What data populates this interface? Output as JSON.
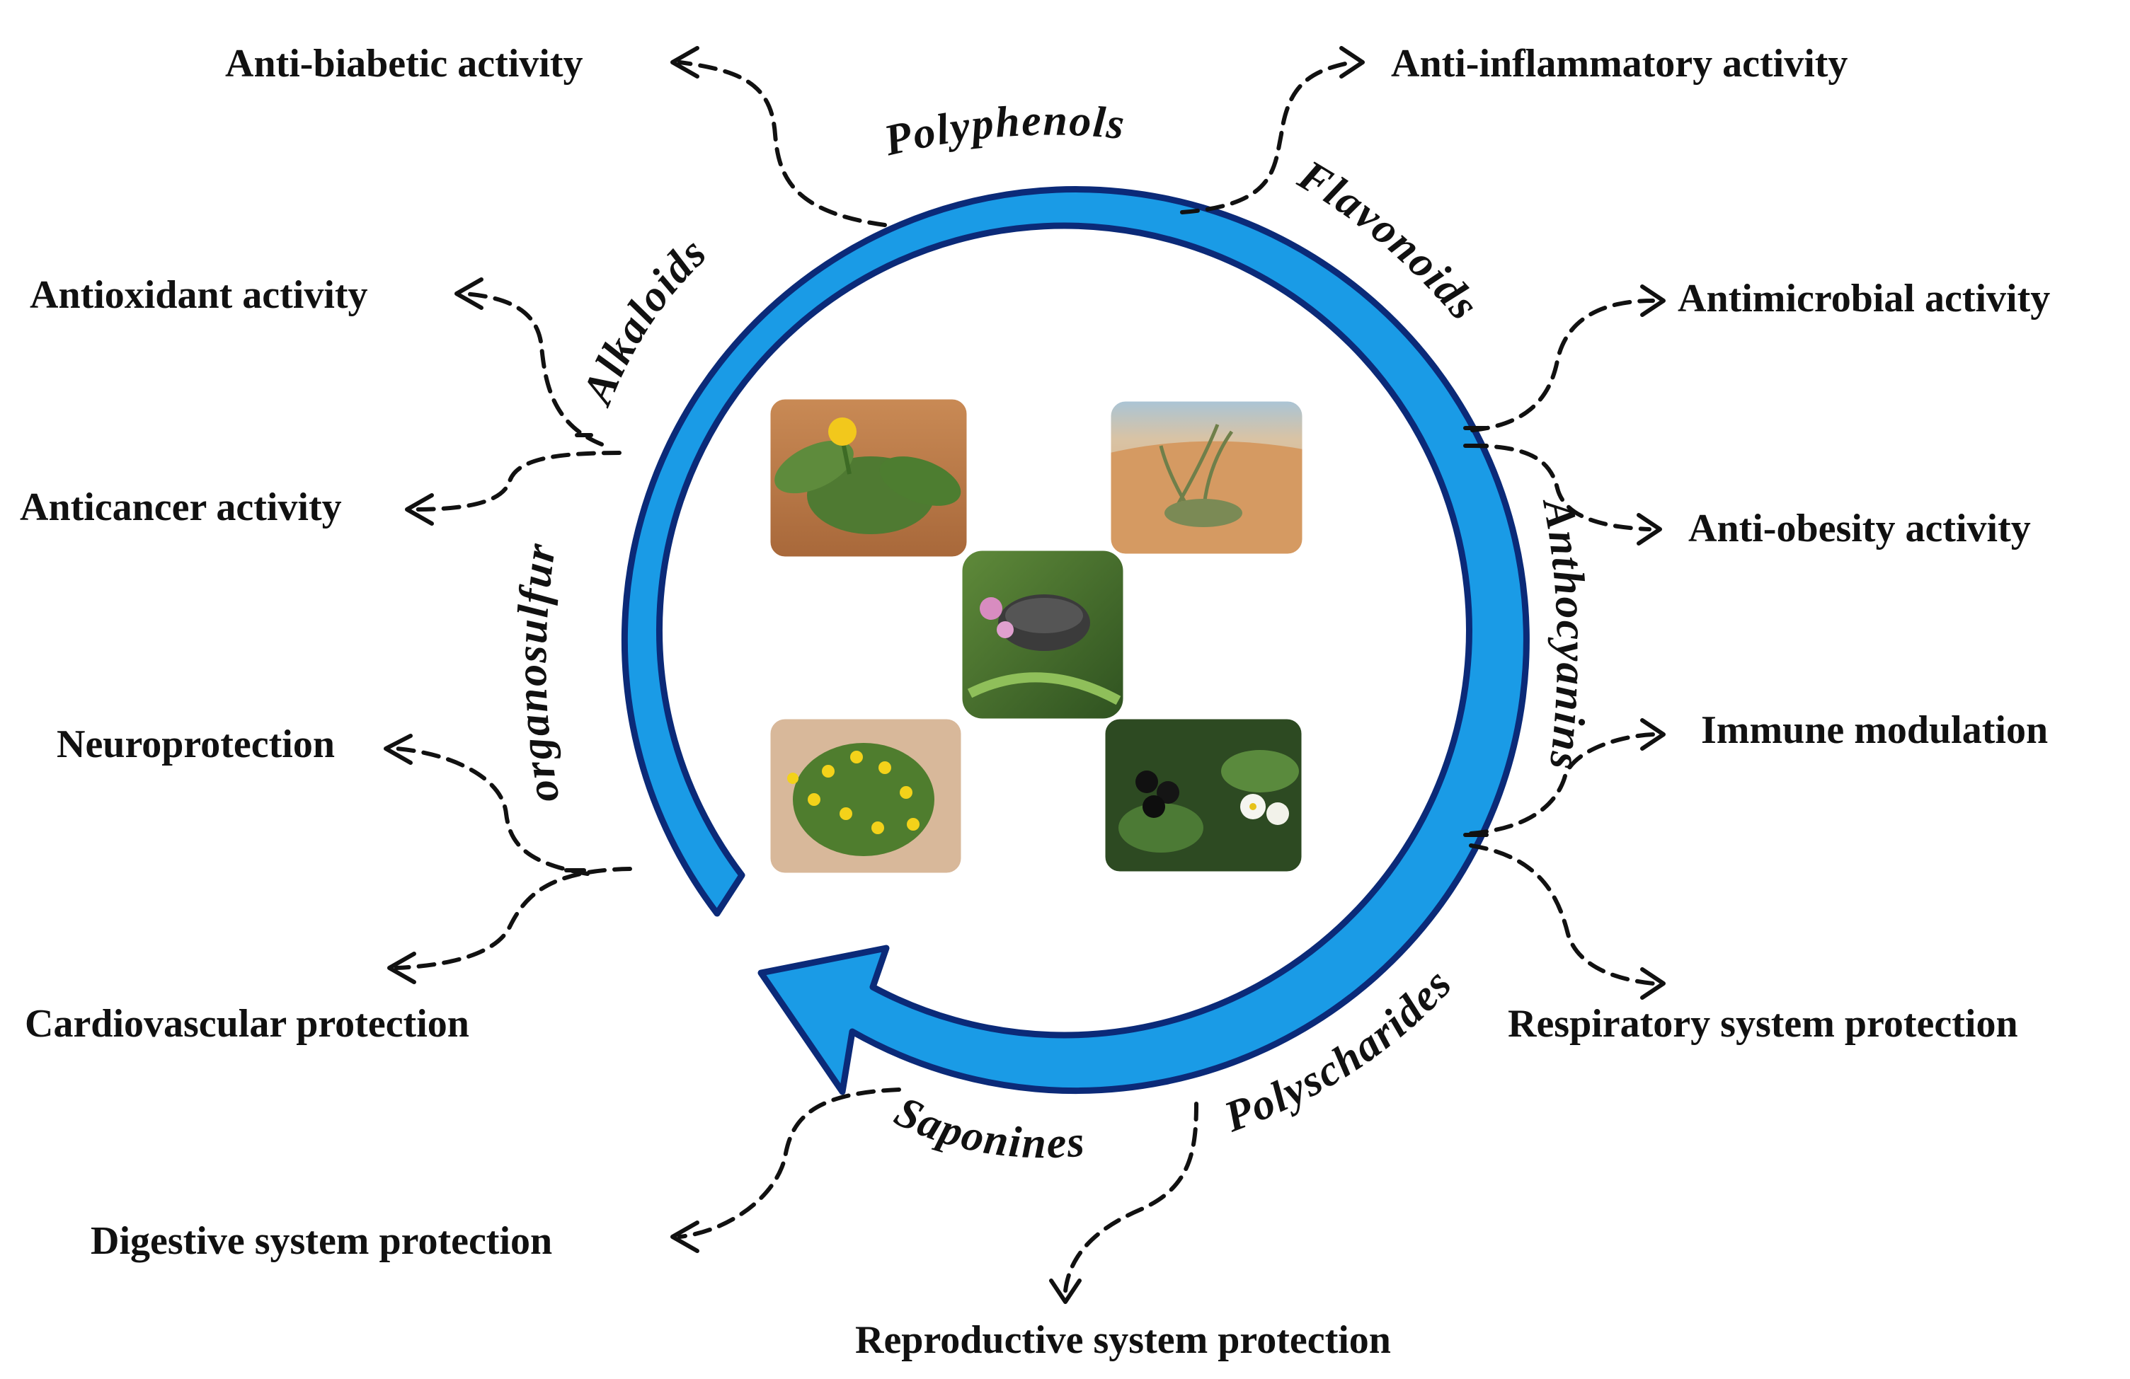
{
  "compounds": {
    "polyphenols": "Polyphenols",
    "flavonoids": "Flavonoids",
    "alkaloids": "Alkaloids",
    "organosulfur": "organosulfur",
    "anthocyanins": "Anthocyanins",
    "polyscharides": "Polyscharides",
    "saponines": "Saponines"
  },
  "activities": {
    "anti_diabetic": "Anti-biabetic  activity",
    "anti_inflammatory": "Anti-inflammatory  activity",
    "antioxidant": "Antioxidant  activity",
    "antimicrobial": "Antimicrobial  activity",
    "anticancer": "Anticancer activity",
    "anti_obesity": "Anti-obesity  activity",
    "neuroprotection": "Neuroprotection",
    "immune": "Immune  modulation",
    "cardiovascular": "Cardiovascular  protection",
    "respiratory": "Respiratory  system  protection",
    "digestive": "Digestive  system  protection",
    "reproductive": "Reproductive  system  protection"
  },
  "colors": {
    "arrow_fill": "#1a9be6",
    "arrow_outline": "#0b2a78",
    "text": "#111111"
  },
  "photos": [
    {
      "name": "dandelion-photo-icon"
    },
    {
      "name": "desert-grass-photo-icon"
    },
    {
      "name": "mortar-herbs-photo-icon"
    },
    {
      "name": "yellow-flower-bush-photo-icon"
    },
    {
      "name": "nightshade-berries-photo-icon"
    }
  ]
}
